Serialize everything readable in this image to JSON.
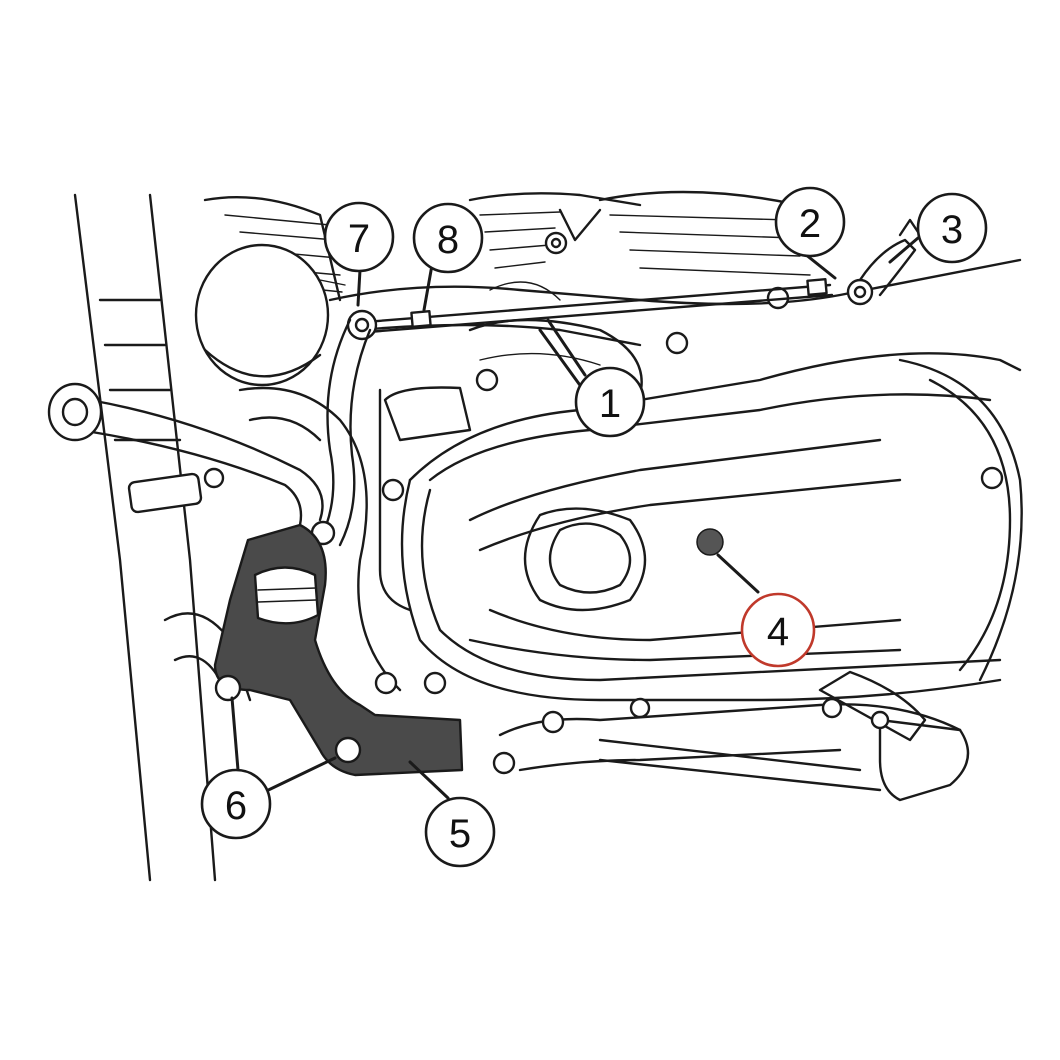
{
  "callouts": [
    {
      "id": "1",
      "label": "1",
      "highlight": false
    },
    {
      "id": "2",
      "label": "2",
      "highlight": false
    },
    {
      "id": "3",
      "label": "3",
      "highlight": false
    },
    {
      "id": "4",
      "label": "4",
      "highlight": true
    },
    {
      "id": "5",
      "label": "5",
      "highlight": false
    },
    {
      "id": "6",
      "label": "6",
      "highlight": false
    },
    {
      "id": "7",
      "label": "7",
      "highlight": false
    },
    {
      "id": "8",
      "label": "8",
      "highlight": false
    }
  ],
  "colors": {
    "ink": "#1a1a1a",
    "highlight_ring": "#c0392b",
    "part_fill": "#4a4a4a",
    "marker_fill": "#555555",
    "background": "#ffffff"
  }
}
